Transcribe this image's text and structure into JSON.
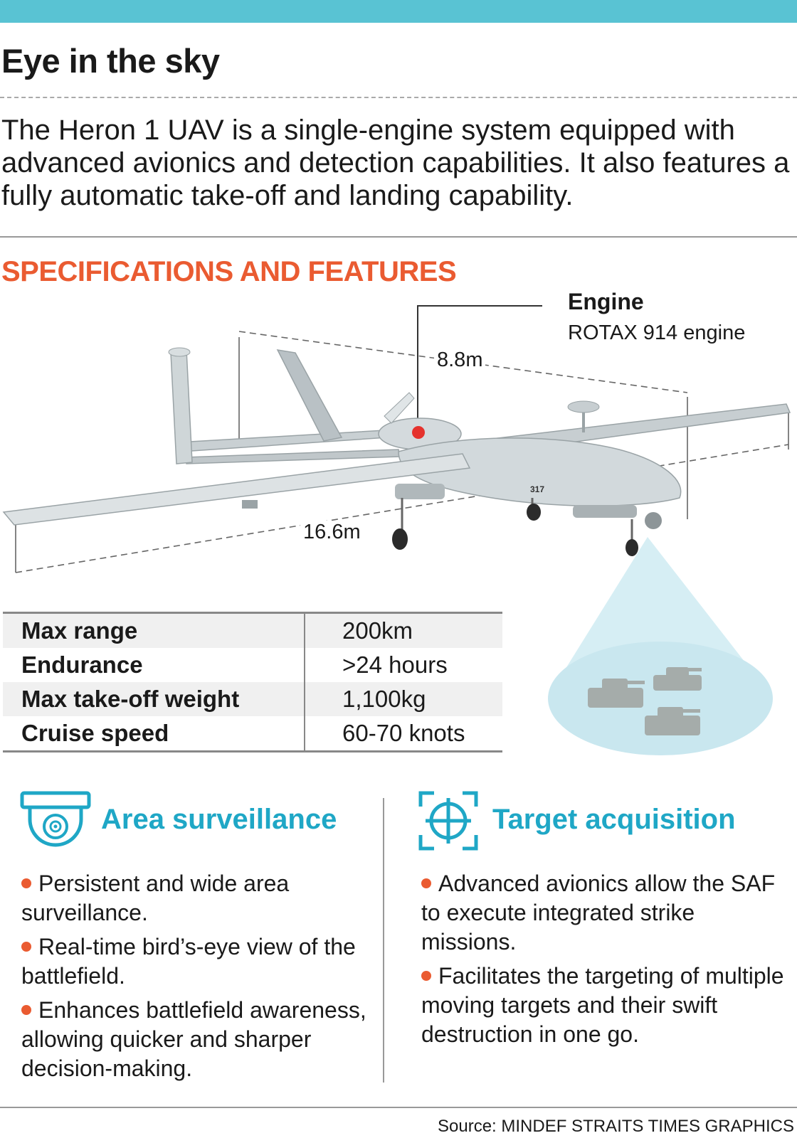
{
  "title": "Eye in the sky",
  "intro": "The Heron 1 UAV is a single-engine system equipped with advanced avionics and detection capabilities. It also features a fully automatic take-off and landing capability.",
  "section_heading": "SPECIFICATIONS AND FEATURES",
  "engine": {
    "label": "Engine",
    "description": "ROTAX 914 engine"
  },
  "dimensions": {
    "length": "8.8m",
    "wingspan": "16.6m"
  },
  "aircraft_markings": {
    "tail_number": "317"
  },
  "specs": [
    {
      "label": "Max range",
      "value": "200km"
    },
    {
      "label": "Endurance",
      "value": ">24 hours"
    },
    {
      "label": "Max take-off weight",
      "value": "1,100kg"
    },
    {
      "label": "Cruise speed",
      "value": "60-70 knots"
    }
  ],
  "area_surveillance": {
    "heading": "Area surveillance",
    "icon": "surveillance-camera-icon",
    "bullets": [
      "Persistent and wide area surveillance.",
      "Real-time bird’s-eye view of the battlefield.",
      "Enhances battlefield awareness, allowing quicker and sharper decision-making."
    ]
  },
  "target_acquisition": {
    "heading": "Target acquisition",
    "icon": "crosshair-target-icon",
    "bullets": [
      "Advanced avionics allow the SAF to execute integrated strike missions.",
      "Facilitates the targeting of multiple moving targets and their swift destruction in one go."
    ]
  },
  "source": "Source: MINDEF   STRAITS TIMES GRAPHICS",
  "colors": {
    "accent_bar": "#59c3d3",
    "heading_orange": "#ea5b31",
    "heading_cyan": "#1fa7c6",
    "bullet_dot": "#ea5b31"
  }
}
